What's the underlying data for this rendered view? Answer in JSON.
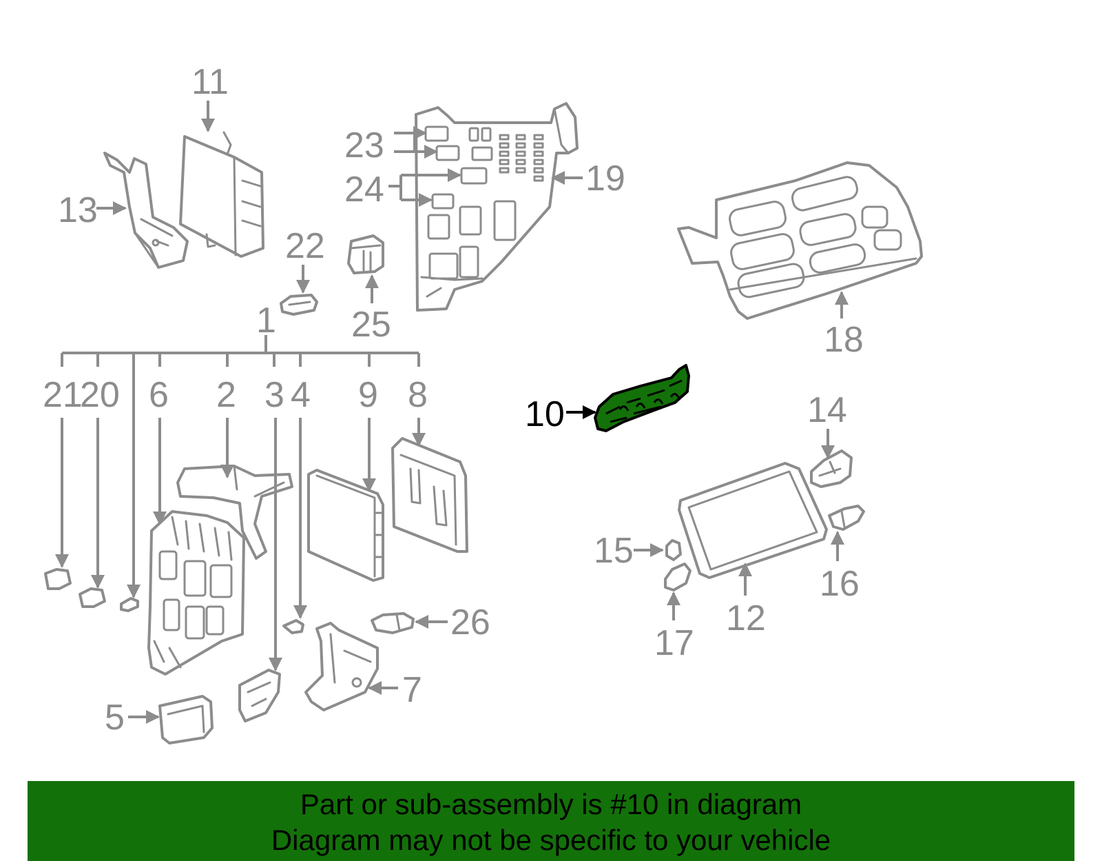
{
  "diagram": {
    "highlight_color": "#137109",
    "highlighted_part": "10",
    "callouts": [
      "1",
      "2",
      "3",
      "4",
      "5",
      "6",
      "7",
      "8",
      "9",
      "10",
      "11",
      "12",
      "13",
      "14",
      "15",
      "16",
      "17",
      "18",
      "19",
      "20",
      "21",
      "22",
      "23",
      "24",
      "25",
      "26"
    ]
  },
  "banner": {
    "background": "#137109",
    "line1": "Part or sub-assembly is #10 in diagram",
    "line2": "Diagram may not be specific to your vehicle"
  }
}
